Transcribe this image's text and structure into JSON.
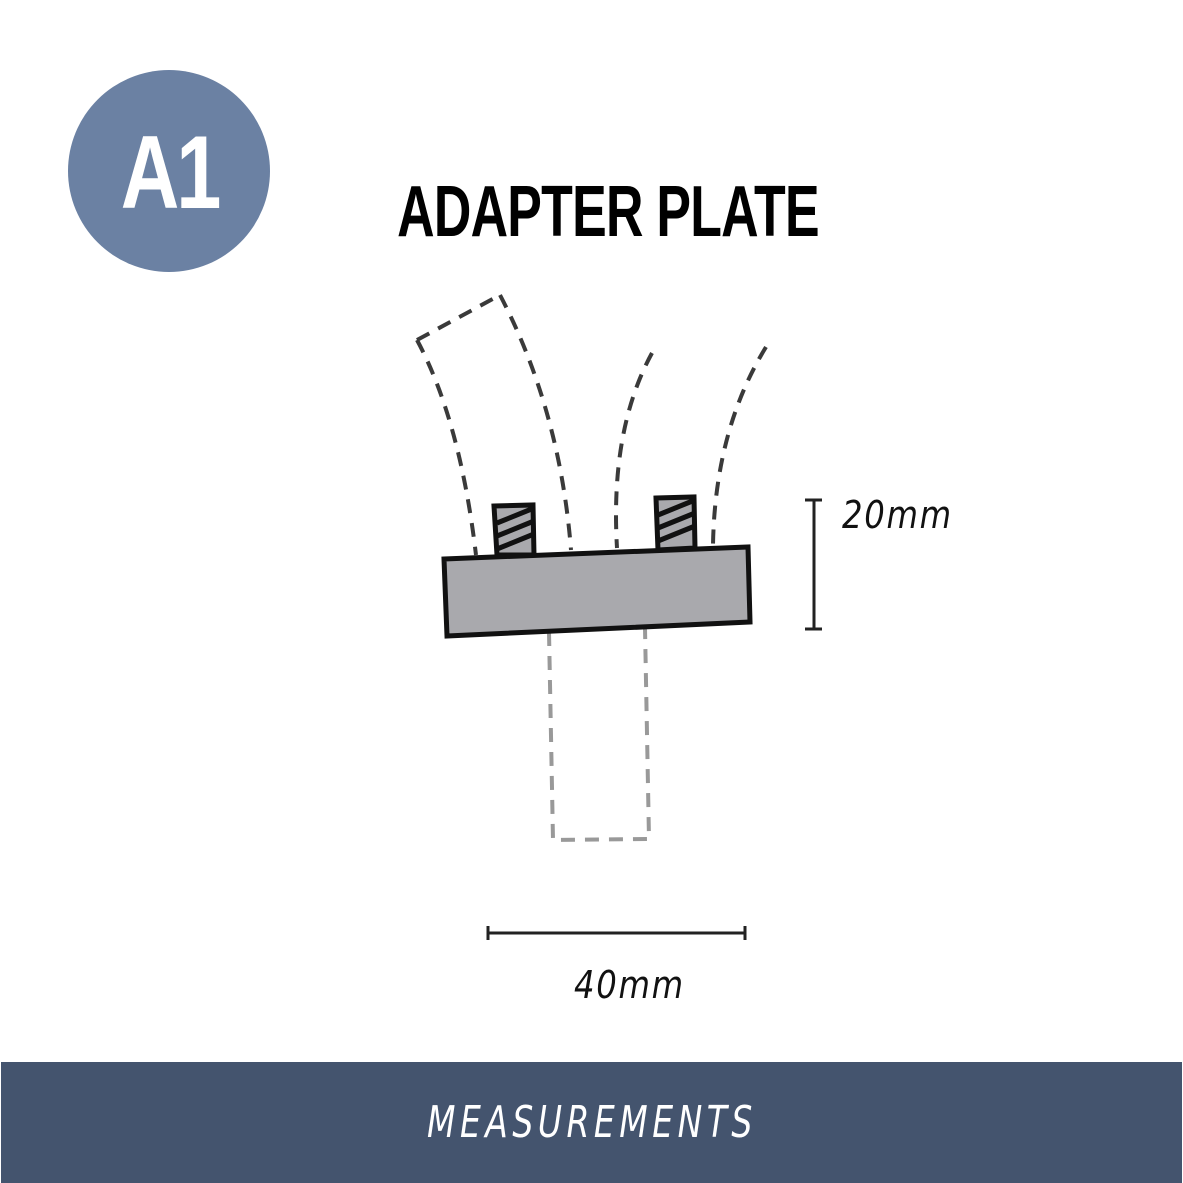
{
  "badge": {
    "label": "A1",
    "color": "#6b81a3"
  },
  "title": "ADAPTER PLATE",
  "diagram": {
    "plate_fill": "#a9a9ad",
    "outline_color": "#111111",
    "dash_dark": "#3a3a3a",
    "dash_light": "#999999",
    "height_dimension": "20mm",
    "width_dimension": "40mm"
  },
  "footer": {
    "label": "MEASUREMENTS",
    "color": "#44546e"
  }
}
